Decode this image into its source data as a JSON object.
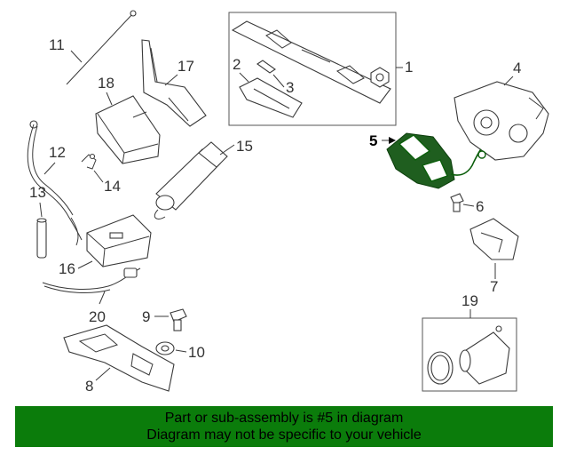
{
  "diagram": {
    "callouts": {
      "c1": "1",
      "c2": "2",
      "c3": "3",
      "c4": "4",
      "c5": "5",
      "c6": "6",
      "c7": "7",
      "c8": "8",
      "c9": "9",
      "c10": "10",
      "c11": "11",
      "c12": "12",
      "c13": "13",
      "c14": "14",
      "c15": "15",
      "c16": "16",
      "c17": "17",
      "c18": "18",
      "c19": "19",
      "c20": "20"
    },
    "highlight_color": "#0b5e0b"
  },
  "banner": {
    "line1": "Part or sub-assembly is #5 in diagram",
    "line2": "Diagram may not be specific to your vehicle",
    "background": "#0b7c0b"
  }
}
